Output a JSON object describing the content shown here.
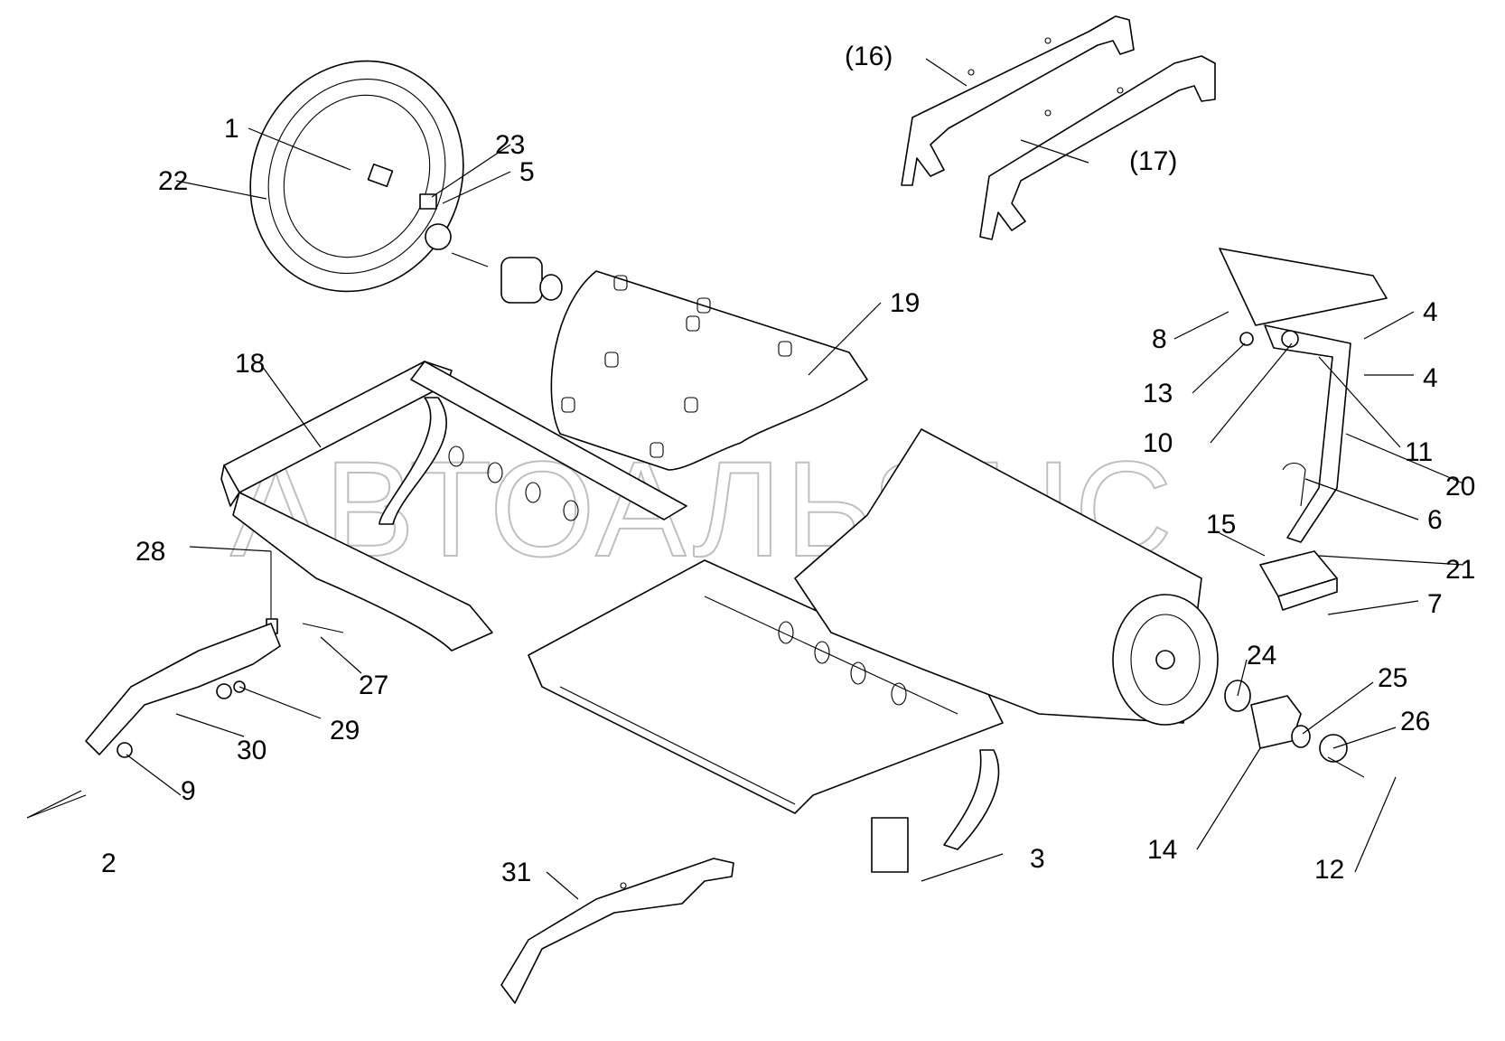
{
  "watermark": "АВТОАЛЬЯНС",
  "callouts": [
    {
      "id": "1",
      "label": "1"
    },
    {
      "id": "2",
      "label": "2"
    },
    {
      "id": "3",
      "label": "3"
    },
    {
      "id": "4a",
      "label": "4"
    },
    {
      "id": "4b",
      "label": "4"
    },
    {
      "id": "5",
      "label": "5"
    },
    {
      "id": "6",
      "label": "6"
    },
    {
      "id": "7",
      "label": "7"
    },
    {
      "id": "8",
      "label": "8"
    },
    {
      "id": "9",
      "label": "9"
    },
    {
      "id": "10",
      "label": "10"
    },
    {
      "id": "11",
      "label": "11"
    },
    {
      "id": "12",
      "label": "12"
    },
    {
      "id": "13",
      "label": "13"
    },
    {
      "id": "14",
      "label": "14"
    },
    {
      "id": "15",
      "label": "15"
    },
    {
      "id": "16",
      "label": "(16)"
    },
    {
      "id": "17",
      "label": "(17)"
    },
    {
      "id": "18",
      "label": "18"
    },
    {
      "id": "19",
      "label": "19"
    },
    {
      "id": "20",
      "label": "20"
    },
    {
      "id": "21",
      "label": "21"
    },
    {
      "id": "22",
      "label": "22"
    },
    {
      "id": "23",
      "label": "23"
    },
    {
      "id": "24",
      "label": "24"
    },
    {
      "id": "25",
      "label": "25"
    },
    {
      "id": "26",
      "label": "26"
    },
    {
      "id": "27",
      "label": "27"
    },
    {
      "id": "28",
      "label": "28"
    },
    {
      "id": "29",
      "label": "29"
    },
    {
      "id": "30",
      "label": "30"
    },
    {
      "id": "31",
      "label": "31"
    }
  ]
}
